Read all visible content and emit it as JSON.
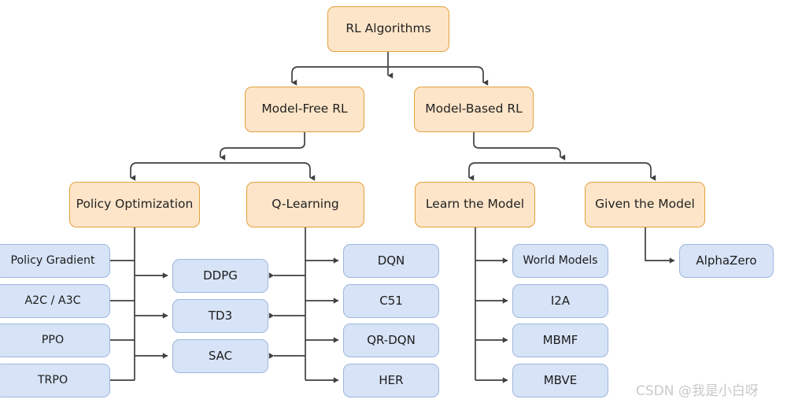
{
  "diagram": {
    "title": "RL Algorithms",
    "type": "tree-taxonomy",
    "colors": {
      "orange_fill": "#fde5c9",
      "orange_border": "#e2a13c",
      "blue_fill": "#d7e3f6",
      "blue_border": "#9db7dd",
      "edge": "#3f3f3f",
      "background": "#ffffff",
      "watermark": "#c9c9c9"
    },
    "levels": {
      "root": {
        "label": "RL Algorithms"
      },
      "level2": [
        {
          "label": "Model-Free RL"
        },
        {
          "label": "Model-Based RL"
        }
      ],
      "level3": [
        {
          "label": "Policy Optimization"
        },
        {
          "label": "Q-Learning"
        },
        {
          "label": "Learn the Model"
        },
        {
          "label": "Given the Model"
        }
      ]
    },
    "leaves": {
      "policy_optimization_left": [
        {
          "label": "Policy Gradient"
        },
        {
          "label": "A2C / A3C"
        },
        {
          "label": "PPO"
        },
        {
          "label": "TRPO"
        }
      ],
      "shared_middle": [
        {
          "label": "DDPG"
        },
        {
          "label": "TD3"
        },
        {
          "label": "SAC"
        }
      ],
      "q_learning": [
        {
          "label": "DQN"
        },
        {
          "label": "C51"
        },
        {
          "label": "QR-DQN"
        },
        {
          "label": "HER"
        }
      ],
      "learn_the_model": [
        {
          "label": "World Models"
        },
        {
          "label": "I2A"
        },
        {
          "label": "MBMF"
        },
        {
          "label": "MBVE"
        }
      ],
      "given_the_model": [
        {
          "label": "AlphaZero"
        }
      ]
    },
    "watermark": "CSDN @我是小白呀"
  }
}
